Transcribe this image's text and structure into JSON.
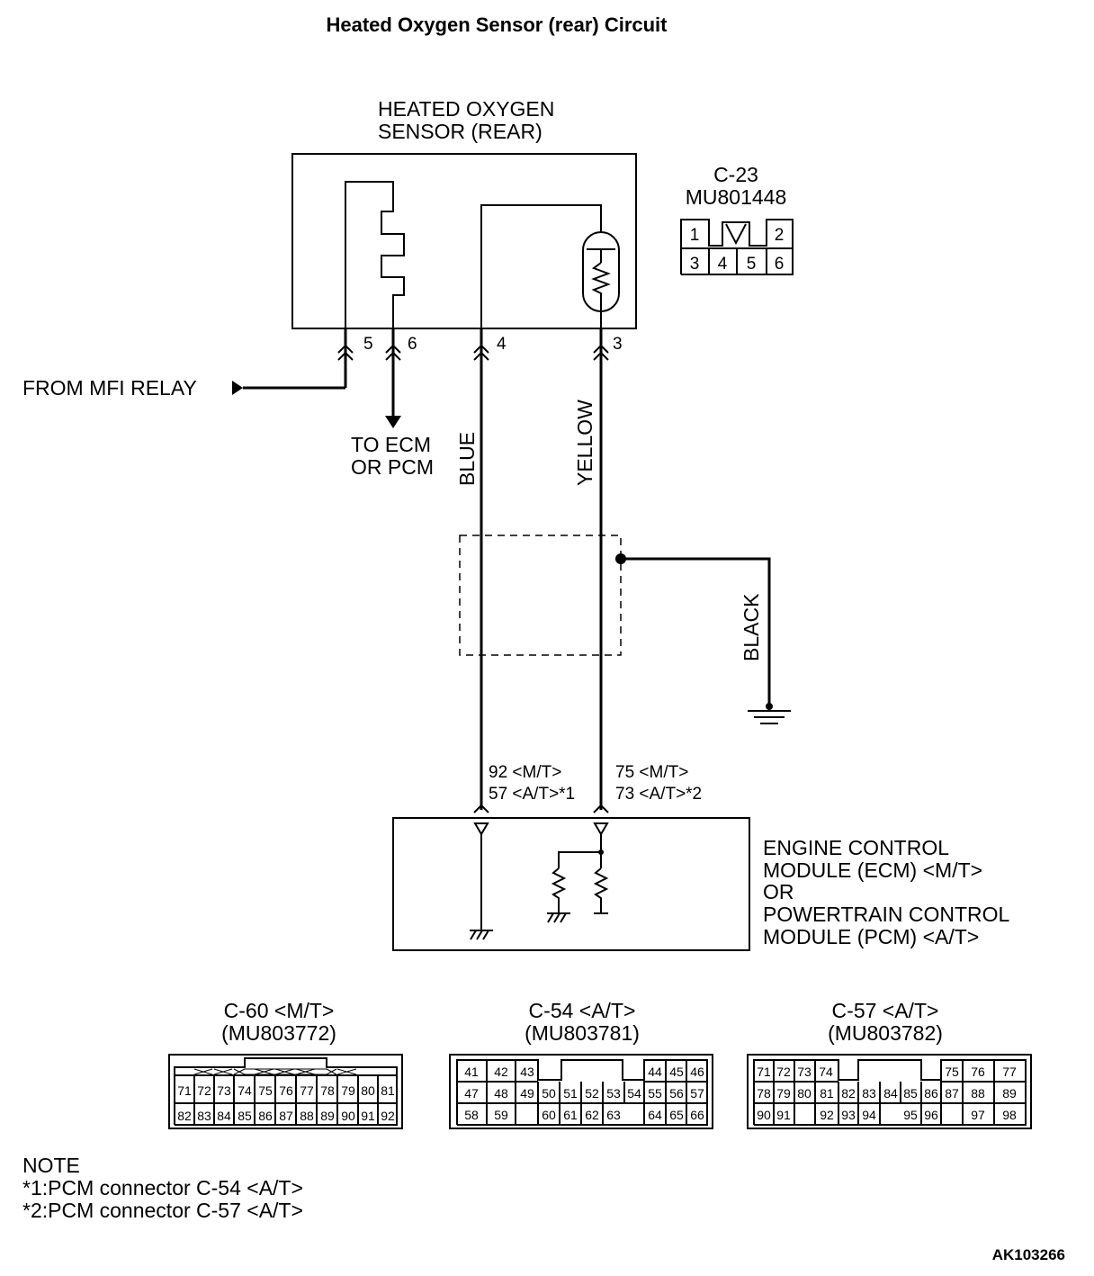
{
  "title": "Heated Oxygen Sensor (rear) Circuit",
  "sensor": {
    "label_line1": "HEATED OXYGEN",
    "label_line2": "SENSOR (REAR)",
    "pins": [
      "5",
      "6",
      "4",
      "3"
    ]
  },
  "sensor_connector": {
    "id": "C-23",
    "part": "MU801448",
    "cells": [
      "1",
      "2",
      "3",
      "4",
      "5",
      "6"
    ]
  },
  "mfi_relay": "FROM MFI RELAY",
  "to_ecm_line1": "TO ECM",
  "to_ecm_line2": "OR PCM",
  "wires": {
    "blue": "BLUE",
    "yellow": "YELLOW",
    "black": "BLACK"
  },
  "terminals": {
    "blue_line1": "92 <M/T>",
    "blue_line2": "57 <A/T>*1",
    "yellow_line1": "75 <M/T>",
    "yellow_line2": "73 <A/T>*2"
  },
  "module": {
    "line1": "ENGINE CONTROL",
    "line2": "MODULE (ECM) <M/T>",
    "line3": "OR",
    "line4": "POWERTRAIN CONTROL",
    "line5": "MODULE (PCM) <A/T>"
  },
  "connectors": [
    {
      "id": "C-60 <M/T>",
      "part": "(MU803772)",
      "row1": [
        "71",
        "72",
        "73",
        "74",
        "75",
        "76",
        "77",
        "78",
        "79",
        "80",
        "81"
      ],
      "row2": [
        "82",
        "83",
        "84",
        "85",
        "86",
        "87",
        "88",
        "89",
        "90",
        "91",
        "92"
      ]
    },
    {
      "id": "C-54 <A/T>",
      "part": "(MU803781)",
      "row1": [
        "41",
        "42",
        "43",
        "44",
        "45",
        "46"
      ],
      "row2": [
        "47",
        "48",
        "49",
        "50",
        "51",
        "52",
        "53",
        "54",
        "55",
        "56",
        "57"
      ],
      "row3": [
        "58",
        "59",
        "60",
        "61",
        "62",
        "63",
        "64",
        "65",
        "66"
      ]
    },
    {
      "id": "C-57 <A/T>",
      "part": "(MU803782)",
      "row1": [
        "71",
        "72",
        "73",
        "74",
        "75",
        "76",
        "77"
      ],
      "row2": [
        "78",
        "79",
        "80",
        "81",
        "82",
        "83",
        "84",
        "85",
        "86",
        "87",
        "88",
        "89"
      ],
      "row3": [
        "90",
        "91",
        "92",
        "93",
        "94",
        "95",
        "96",
        "97",
        "98"
      ]
    }
  ],
  "note": {
    "heading": "NOTE",
    "line1": "*1:PCM connector C-54 <A/T>",
    "line2": "*2:PCM connector C-57 <A/T>"
  },
  "figure_ref": "AK103266"
}
